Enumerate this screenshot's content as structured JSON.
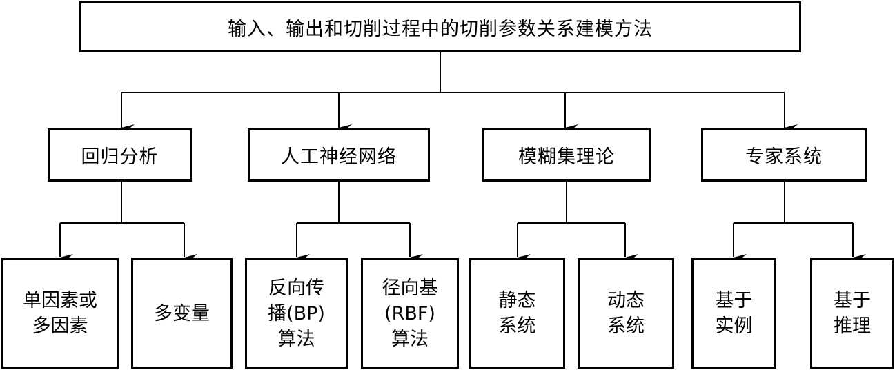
{
  "diagram": {
    "root": {
      "label": "输入、输出和切削过程中的切削参数关系建模方法"
    },
    "methods": [
      {
        "label": "回归分析",
        "children": [
          {
            "lines": [
              "单因素或",
              "多因素"
            ]
          },
          {
            "lines": [
              "多变量"
            ]
          }
        ]
      },
      {
        "label": "人工神经网络",
        "children": [
          {
            "lines": [
              "反向传",
              "播(BP)",
              "算法"
            ]
          },
          {
            "lines": [
              "径向基",
              "(RBF)",
              "算法"
            ]
          }
        ]
      },
      {
        "label": "模糊集理论",
        "children": [
          {
            "lines": [
              "静态",
              "系统"
            ]
          },
          {
            "lines": [
              "动态",
              "系统"
            ]
          }
        ]
      },
      {
        "label": "专家系统",
        "children": [
          {
            "lines": [
              "基于",
              "实例"
            ]
          },
          {
            "lines": [
              "基于",
              "推理"
            ]
          }
        ]
      }
    ]
  }
}
